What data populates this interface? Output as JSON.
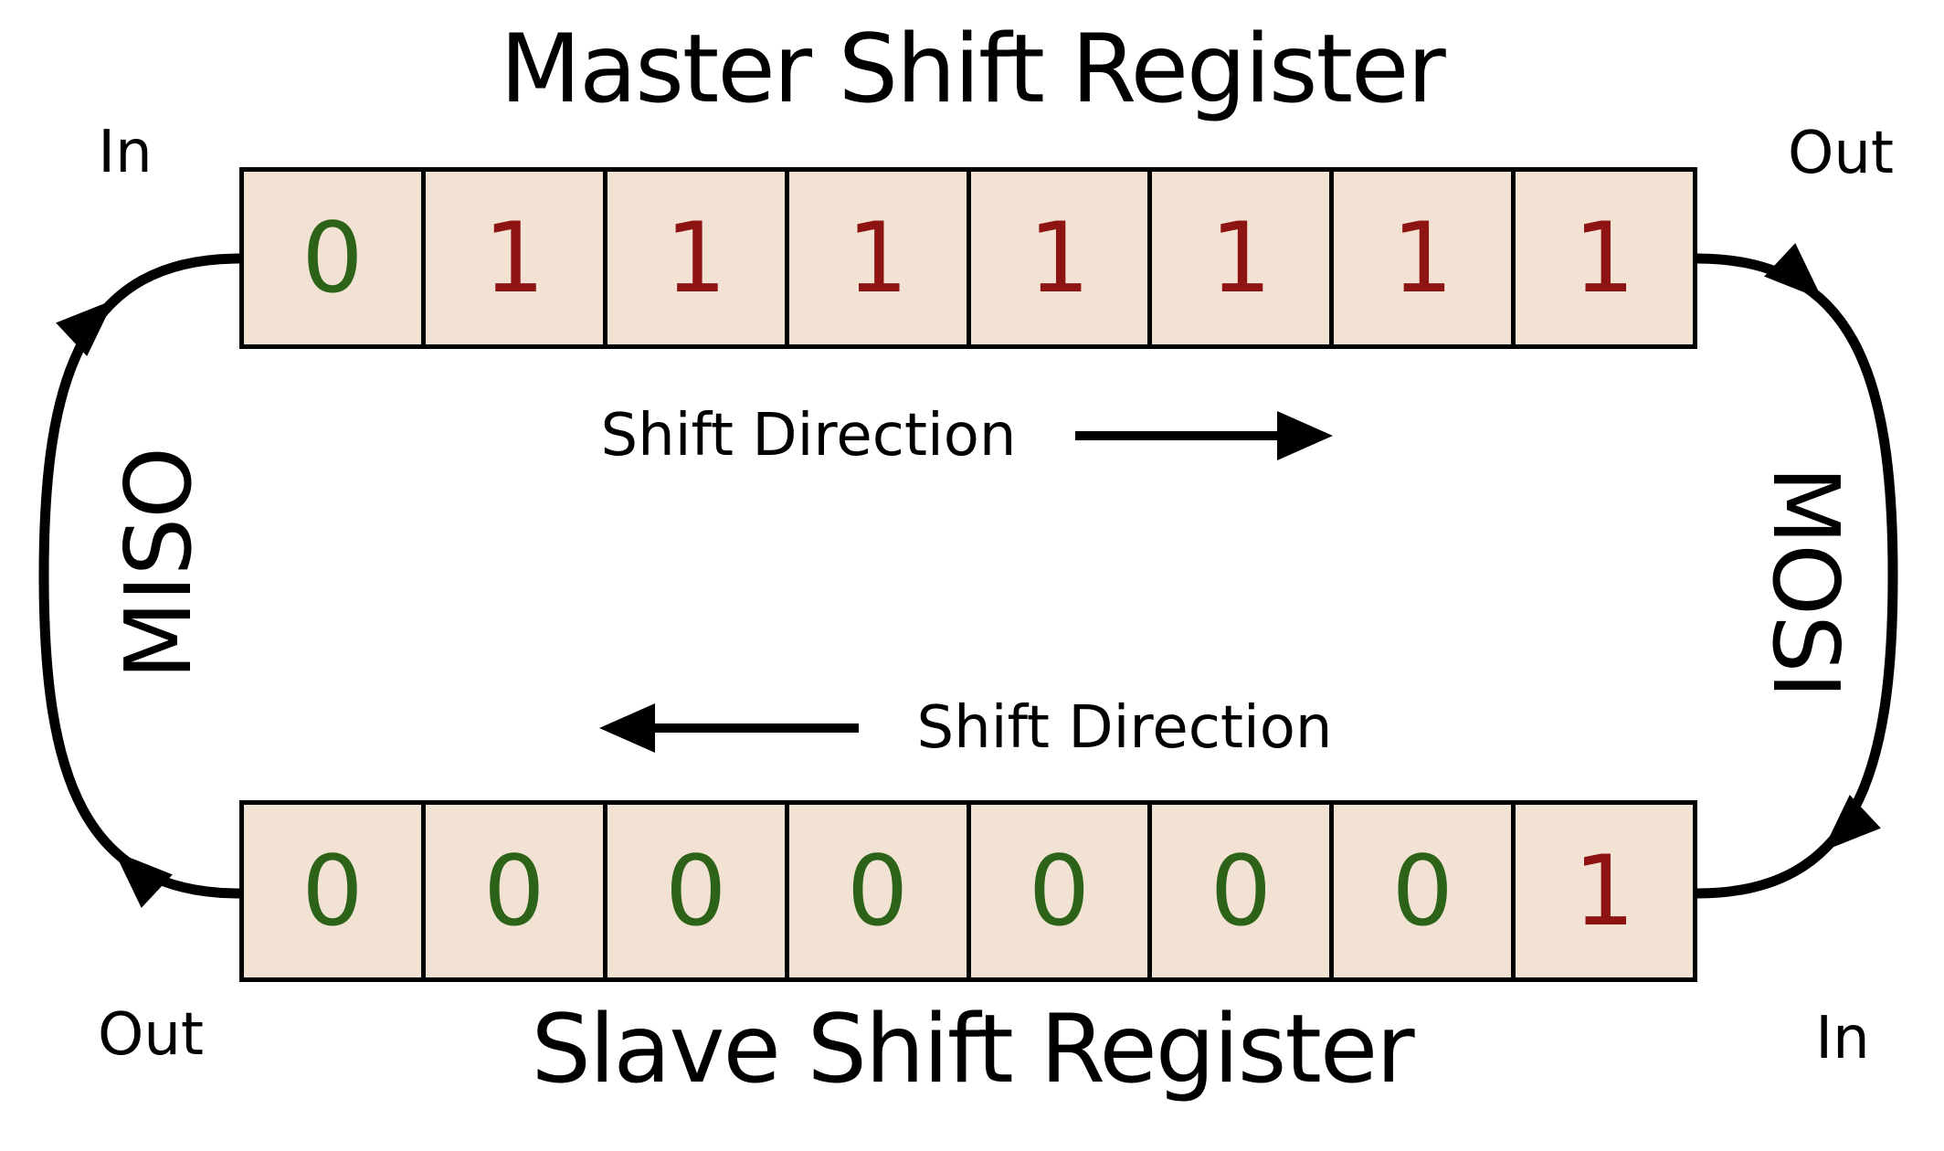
{
  "titles": {
    "master": "Master Shift Register",
    "slave": "Slave Shift Register"
  },
  "labels": {
    "master_in": "In",
    "master_out": "Out",
    "slave_out": "Out",
    "slave_in": "In",
    "miso": "MISO",
    "mosi": "MOSI"
  },
  "shift_direction": {
    "master": "Shift Direction",
    "slave": "Shift Direction"
  },
  "registers": {
    "master": {
      "bits": [
        "0",
        "1",
        "1",
        "1",
        "1",
        "1",
        "1",
        "1"
      ]
    },
    "slave": {
      "bits": [
        "0",
        "0",
        "0",
        "0",
        "0",
        "0",
        "0",
        "1"
      ]
    }
  },
  "colors": {
    "bit_zero": "#2d6318",
    "bit_one": "#8e1313",
    "cell_fill": "#f1e2d3",
    "line": "#000000",
    "background": "#ffffff"
  }
}
